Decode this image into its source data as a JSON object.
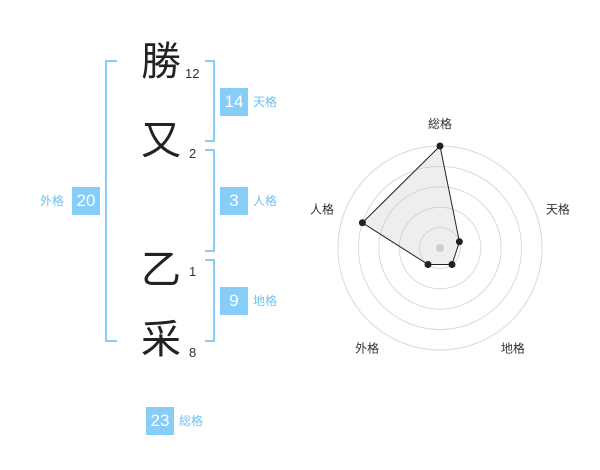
{
  "name_chars": [
    {
      "char": "勝",
      "strokes": "12"
    },
    {
      "char": "又",
      "strokes": "2"
    },
    {
      "char": "乙",
      "strokes": "1"
    },
    {
      "char": "采",
      "strokes": "8"
    }
  ],
  "fortunes": {
    "tenkaku": {
      "value": "14",
      "label": "天格"
    },
    "jinkaku": {
      "value": "3",
      "label": "人格"
    },
    "chikaku": {
      "value": "9",
      "label": "地格"
    },
    "gaikaku": {
      "value": "20",
      "label": "外格"
    },
    "soukaku": {
      "value": "23",
      "label": "総格"
    }
  },
  "colors": {
    "accent": "#86cdf7",
    "label": "#6ec2f0"
  },
  "chart_data": {
    "type": "radar",
    "axes": [
      "総格",
      "天格",
      "地格",
      "外格",
      "人格"
    ],
    "max": 5,
    "rings": 5,
    "values": [
      5,
      1,
      1,
      1,
      4
    ]
  }
}
